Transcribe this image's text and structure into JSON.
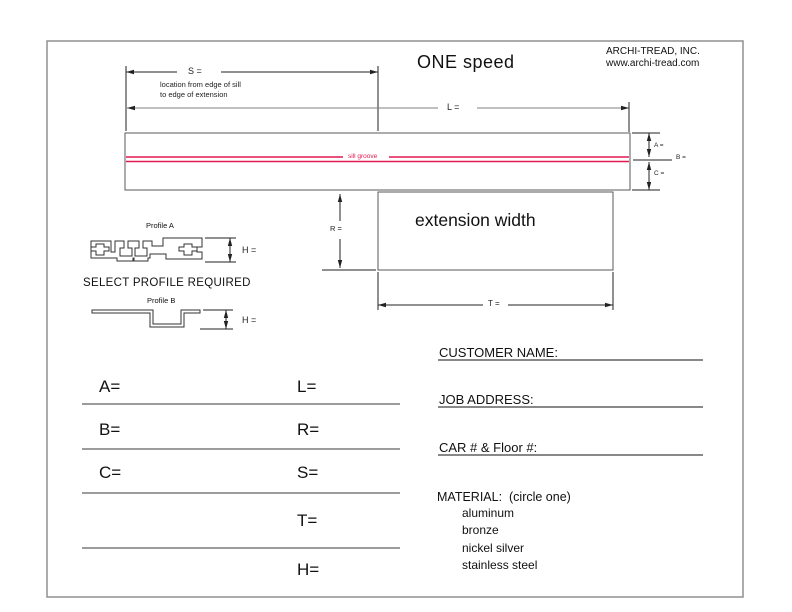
{
  "header": {
    "title": "ONE speed",
    "company_name": "ARCHI-TREAD, INC.",
    "company_url": "www.archi-tread.com"
  },
  "drawing": {
    "s_label": "S =",
    "s_note_line1": "location from edge of sill",
    "s_note_line2": "to edge of extension",
    "l_label": "L =",
    "a_label": "A =",
    "b_label": "B =",
    "c_label": "C =",
    "r_label": "R =",
    "t_label": "T =",
    "sill_groove_label": "sill groove",
    "extension_label": "extension width",
    "groove_color": "#e01950"
  },
  "profiles": {
    "select_text": "SELECT PROFILE REQUIRED",
    "profile_a_label": "Profile A",
    "profile_b_label": "Profile B",
    "h_label_a": "H =",
    "h_label_b": "H ="
  },
  "form": {
    "left_fields": [
      "A=",
      "B=",
      "C="
    ],
    "right_fields": [
      "L=",
      "R=",
      "S=",
      "T=",
      "H="
    ]
  },
  "order": {
    "customer_name_label": "CUSTOMER NAME:",
    "job_address_label": "JOB ADDRESS:",
    "car_floor_label": "CAR # & Floor #:",
    "material_label": "MATERIAL:  (circle one)",
    "materials": [
      "aluminum",
      "bronze",
      "nickel silver",
      "stainless steel"
    ]
  }
}
